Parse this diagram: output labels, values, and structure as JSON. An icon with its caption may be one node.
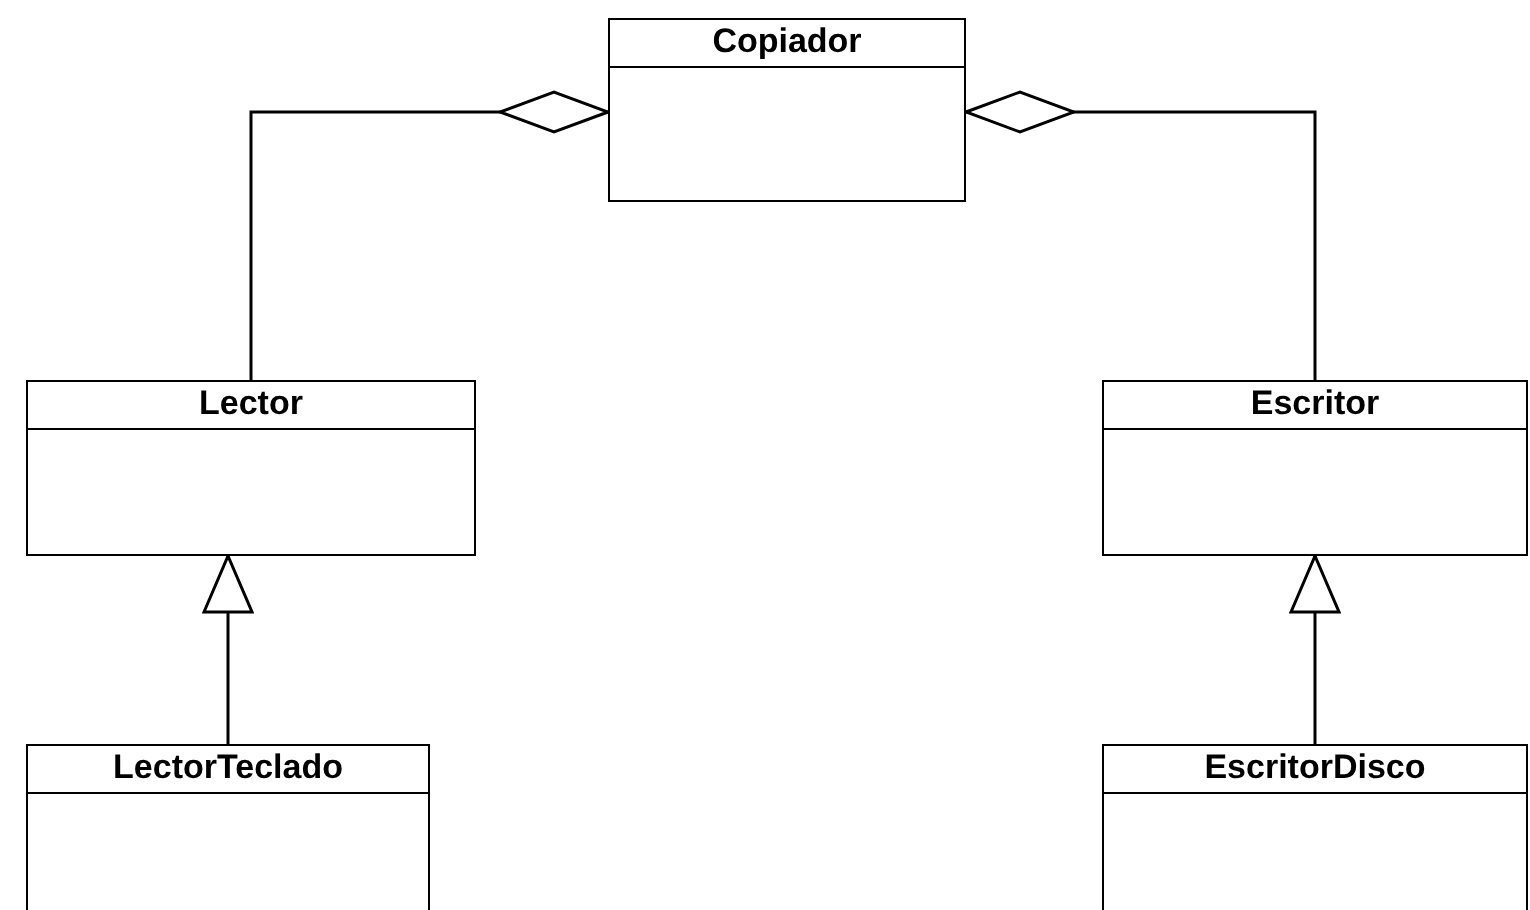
{
  "diagram": {
    "nodes": [
      {
        "text": [
          "Copiador"
        ]
      },
      {
        "text": [
          "Lector"
        ]
      },
      {
        "text": [
          "Escritor"
        ]
      },
      {
        "text": [
          "LectorTeclado"
        ]
      },
      {
        "text": [
          "EscritorDisco"
        ]
      }
    ],
    "edges": [
      {
        "from": 0,
        "to": 1,
        "arrow": "other"
      },
      {
        "from": 0,
        "to": 2,
        "arrow": "other"
      },
      {
        "from": 3,
        "to": 1,
        "arrow": "to"
      },
      {
        "from": 4,
        "to": 2,
        "arrow": "to"
      }
    ]
  }
}
